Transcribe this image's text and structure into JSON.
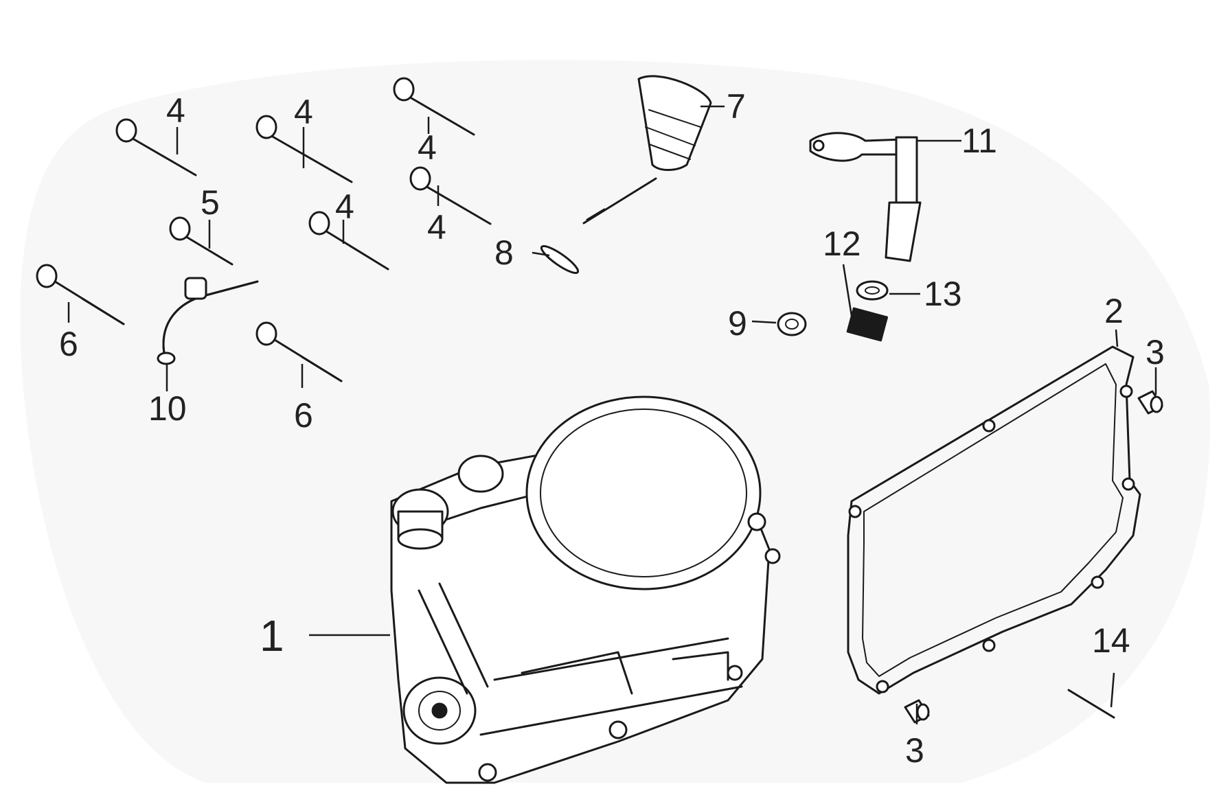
{
  "callouts": [
    "1",
    "2",
    "3",
    "3",
    "4",
    "4",
    "4",
    "4",
    "4",
    "5",
    "6",
    "6",
    "7",
    "8",
    "9",
    "10",
    "11",
    "12",
    "13",
    "14"
  ]
}
